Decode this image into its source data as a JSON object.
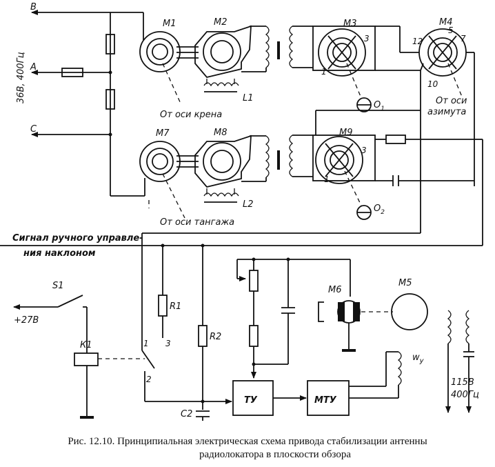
{
  "labels": {
    "B": "В",
    "A": "А",
    "C": "С",
    "supply": "36В, 400Гц",
    "m1": "М1",
    "m2": "М2",
    "m3": "М3",
    "m4": "М4",
    "m5": "М5",
    "m6": "М6",
    "m7": "М7",
    "m8": "М8",
    "m9": "М9",
    "l1": "L1",
    "l2": "L2",
    "o1_main": "О",
    "o1_sub": "1",
    "o2_main": "О",
    "o2_sub": "2",
    "roll_axis": "От оси крена",
    "pitch_axis": "От оси тангажа",
    "azimuth_axis_1": "От оси",
    "azimuth_axis_2": "азимута",
    "m3_t1": "1",
    "m3_t3": "3",
    "m9_t1": "1",
    "m9_t3": "3",
    "m4_t12": "12",
    "m4_t5": "5",
    "m4_t7": "7",
    "m4_t10": "10",
    "manual_signal_1": "Сигнал ручного управле-",
    "manual_signal_2": "ния наклоном",
    "s1": "S1",
    "plus27": "+27В",
    "k1": "К1",
    "r1": "R1",
    "r2": "R2",
    "c2": "С2",
    "sw1": "1",
    "sw2": "2",
    "sw3": "3",
    "tu": "ТУ",
    "mtu": "МТУ",
    "wy_main": "w",
    "wy_sub": "у",
    "v115": "115В",
    "hz400": "400Гц"
  },
  "caption": {
    "line1": "Рис. 12.10. Принципиальная электрическая схема привода стабилизации антенны",
    "line2": "радиолокатора в плоскости обзора"
  }
}
